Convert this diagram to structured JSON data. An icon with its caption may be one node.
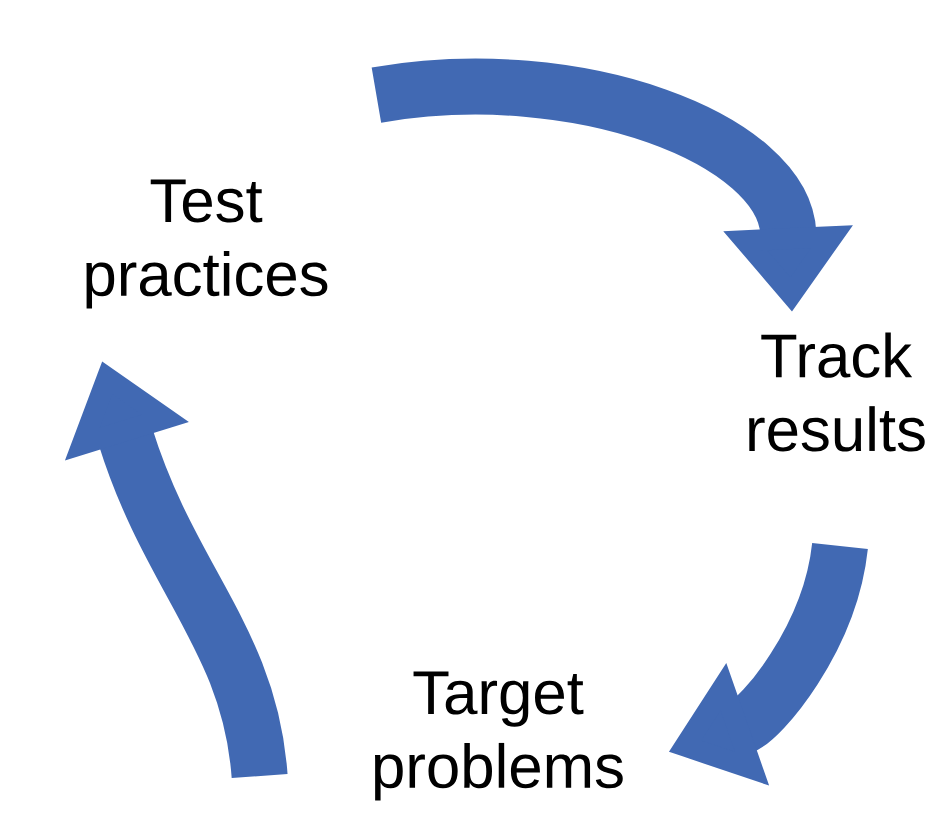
{
  "diagram": {
    "nodes": [
      {
        "text": [
          "Test practices"
        ]
      },
      {
        "text": [
          "Track results"
        ]
      },
      {
        "text": [
          "Target problems"
        ]
      }
    ],
    "edges": [
      {
        "from": 0,
        "to": 1,
        "arrow": "to"
      },
      {
        "from": 1,
        "to": 2,
        "arrow": "to"
      },
      {
        "from": 2,
        "to": 0,
        "arrow": "to"
      }
    ]
  }
}
